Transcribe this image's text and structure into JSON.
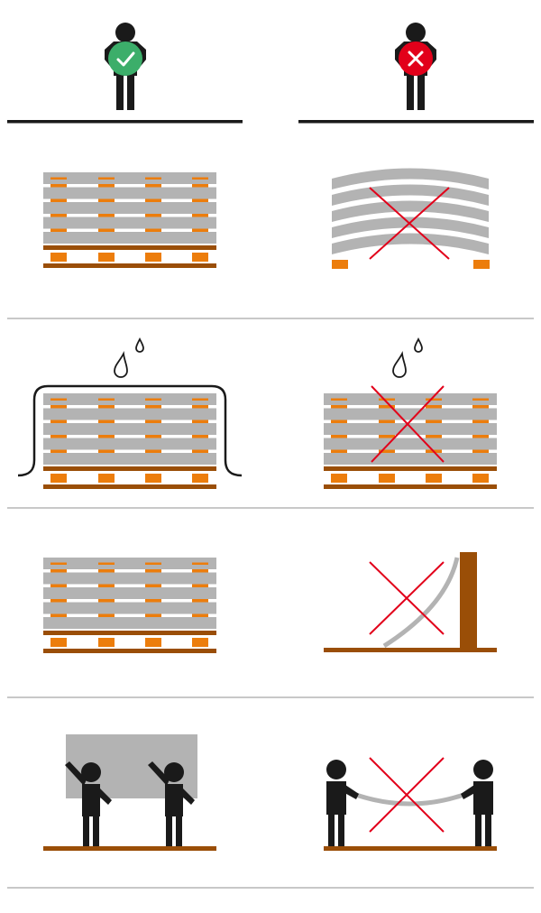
{
  "colors": {
    "board": "#b3b3b3",
    "spacer": "#ec7d0c",
    "wood": "#9a4e07",
    "figure": "#1a1a1a",
    "good": "#3cae6a",
    "bad": "#e2001a",
    "cross": "#e2001a",
    "divider": "#c8c8c8",
    "header_line": "#1a1a1a"
  },
  "header": {
    "good_icon": "check-icon",
    "bad_icon": "cross-icon"
  },
  "rows": [
    {
      "good": "stacked-pallet-with-spacers",
      "bad": "warped-boards-without-support"
    },
    {
      "good": "covered-pallet-protected-from-rain",
      "bad": "uncovered-pallet-in-rain"
    },
    {
      "good": "stacked-pallet-horizontal",
      "bad": "board-leaning-against-wall"
    },
    {
      "good": "two-people-carrying-board-upright",
      "bad": "two-people-carrying-board-flat"
    }
  ]
}
